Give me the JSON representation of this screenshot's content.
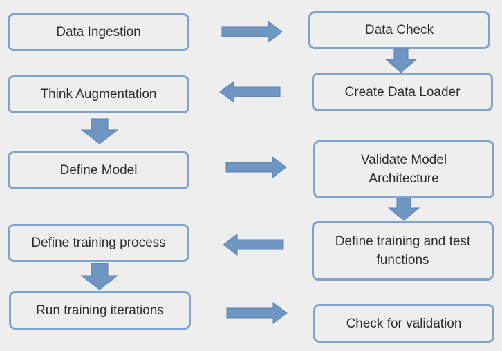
{
  "steps": {
    "data_ingestion": "Data Ingestion",
    "data_check": "Data Check",
    "create_data_loader": "Create Data Loader",
    "think_augmentation": "Think Augmentation",
    "define_model": "Define Model",
    "validate_model_architecture": "Validate Model Architecture",
    "define_training_test_functions": "Define training and test functions",
    "define_training_process": "Define training process",
    "run_training_iterations": "Run training iterations",
    "check_for_validation": "Check for validation"
  },
  "colors": {
    "box_border": "#7fa3cc",
    "arrow_fill": "#6f95c3",
    "background": "#eeeeee"
  }
}
